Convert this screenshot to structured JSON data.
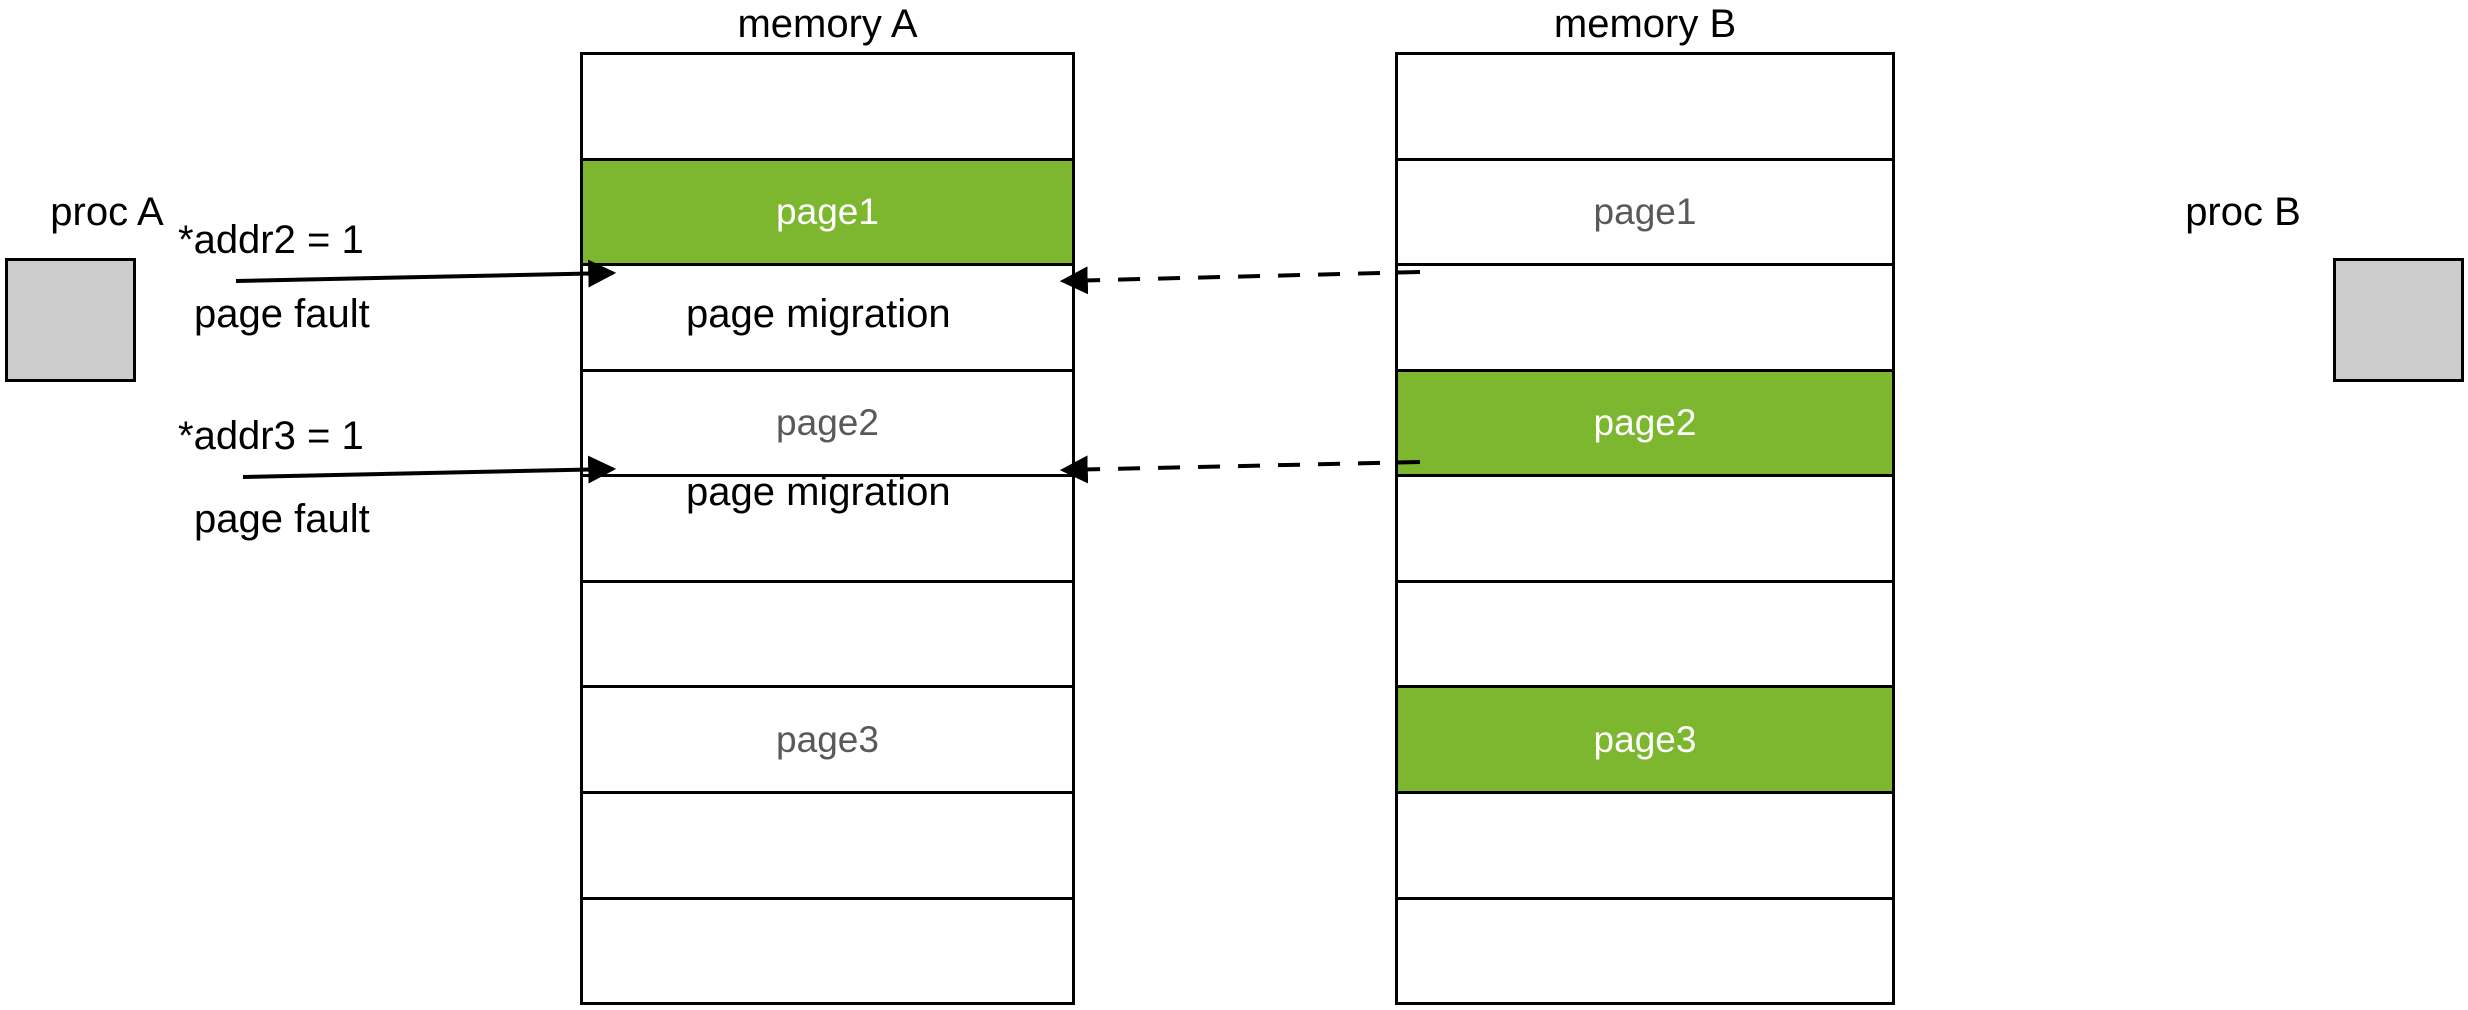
{
  "diagram": {
    "title_memory_a": "memory A",
    "title_memory_b": "memory B",
    "colors": {
      "highlight_green": "#7db72f",
      "proc_box_gray": "#cccccc",
      "row_label_gray": "#595959",
      "stroke_black": "#000000"
    }
  },
  "proc_a": {
    "label": "proc A"
  },
  "proc_b": {
    "label": "proc B"
  },
  "memory_a": {
    "title": "memory A",
    "rows": [
      {
        "label": "",
        "highlighted": false
      },
      {
        "label": "page1",
        "highlighted": true
      },
      {
        "label": "",
        "highlighted": false
      },
      {
        "label": "page2",
        "highlighted": false
      },
      {
        "label": "",
        "highlighted": false
      },
      {
        "label": "",
        "highlighted": false
      },
      {
        "label": "page3",
        "highlighted": false
      },
      {
        "label": "",
        "highlighted": false
      },
      {
        "label": "",
        "highlighted": false
      }
    ]
  },
  "memory_b": {
    "title": "memory B",
    "rows": [
      {
        "label": "",
        "highlighted": false
      },
      {
        "label": "page1",
        "highlighted": false
      },
      {
        "label": "",
        "highlighted": false
      },
      {
        "label": "page2",
        "highlighted": true
      },
      {
        "label": "",
        "highlighted": false
      },
      {
        "label": "",
        "highlighted": false
      },
      {
        "label": "page3",
        "highlighted": true
      },
      {
        "label": "",
        "highlighted": false
      },
      {
        "label": "",
        "highlighted": false
      }
    ]
  },
  "annotations": {
    "addr2": "*addr2 = 1",
    "page_fault_2": "page fault",
    "addr3": "*addr3 = 1",
    "page_fault_3": "page fault",
    "page_migration_2": "page migration",
    "page_migration_3": "page migration"
  }
}
